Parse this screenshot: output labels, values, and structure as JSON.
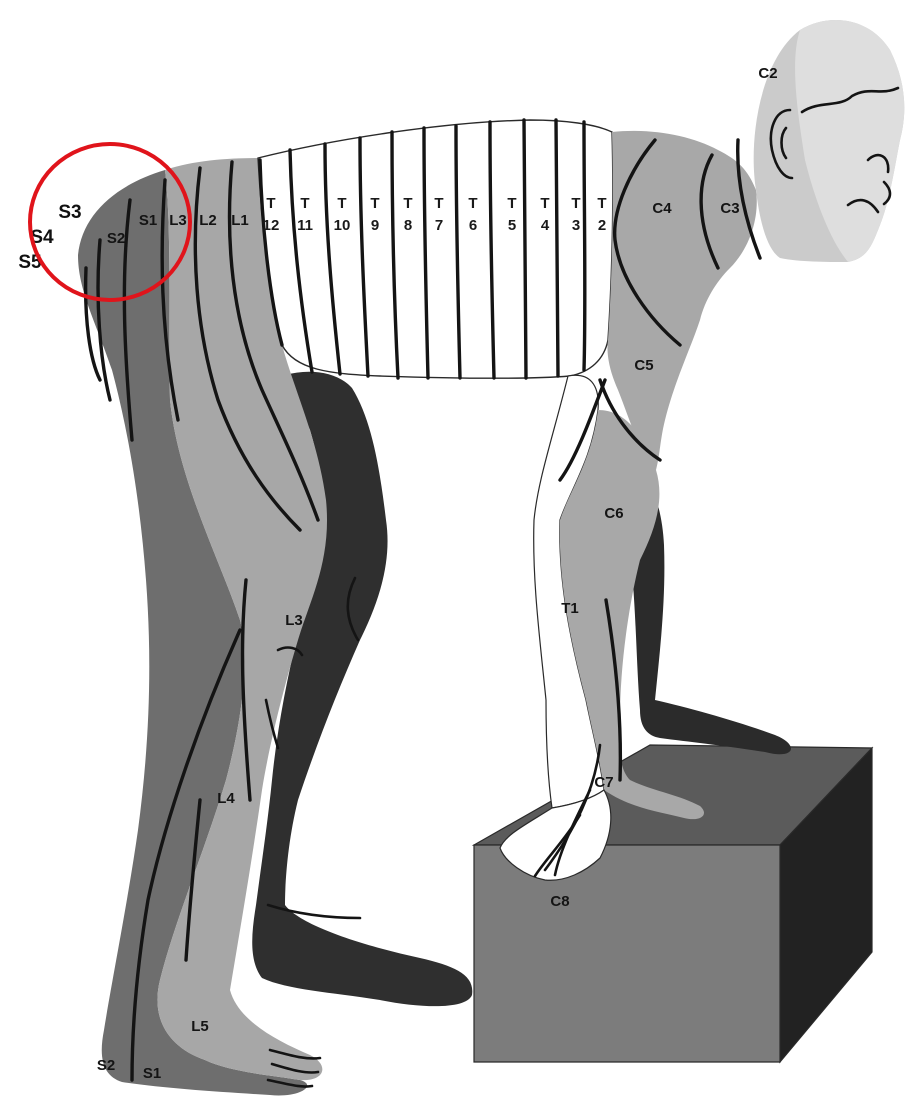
{
  "regions": {
    "cervical": [
      "C2",
      "C3",
      "C4",
      "C5",
      "C6",
      "C7",
      "C8"
    ],
    "thoracic": [
      {
        "top": "T",
        "bottom": "12"
      },
      {
        "top": "T",
        "bottom": "11"
      },
      {
        "top": "T",
        "bottom": "10"
      },
      {
        "top": "T",
        "bottom": "9"
      },
      {
        "top": "T",
        "bottom": "8"
      },
      {
        "top": "T",
        "bottom": "7"
      },
      {
        "top": "T",
        "bottom": "6"
      },
      {
        "top": "T",
        "bottom": "5"
      },
      {
        "top": "T",
        "bottom": "4"
      },
      {
        "top": "T",
        "bottom": "3"
      },
      {
        "top": "T",
        "bottom": "2"
      }
    ],
    "t1": "T1",
    "lumbar_back": [
      "S1",
      "L3",
      "L2",
      "L1"
    ],
    "lumbar_leg": [
      "L3",
      "L4",
      "L5"
    ],
    "sacral_back": "S2",
    "sacral_outside": [
      "S3",
      "S4",
      "S5"
    ],
    "sacral_foot": [
      "S2",
      "S1"
    ]
  },
  "highlight": {
    "color": "#e0141b",
    "shape": "circle"
  },
  "colors": {
    "head": "#c9c9c9",
    "neck": "#a9a9a9",
    "thoracic": "#ffffff",
    "lumbar": "#a6a6a6",
    "sacral": "#6d6d6d",
    "far_leg": "#2f2f2f",
    "box_front": "#7b7b7b",
    "box_top": "#5a5a5a",
    "box_side": "#232323"
  }
}
